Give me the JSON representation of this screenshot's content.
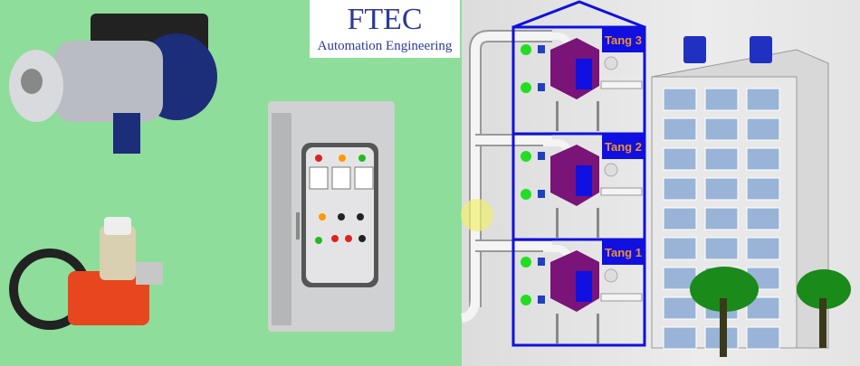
{
  "logo": {
    "title": "FTEC",
    "subtitle": "Automation Engineering"
  },
  "tanks": [
    {
      "label": "Tang 3"
    },
    {
      "label": "Tang 2"
    },
    {
      "label": "Tang 1"
    }
  ],
  "colors": {
    "background": "#8edd9a",
    "frame": "#1010e0",
    "tank": "#7a1478",
    "label_text": "#f09030",
    "indicator": "#22dd22"
  }
}
